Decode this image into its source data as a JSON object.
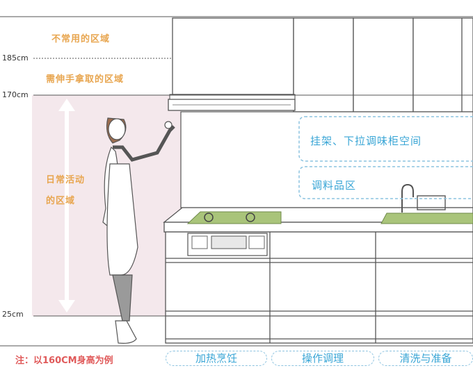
{
  "levels": {
    "h185": "185cm",
    "h170": "170cm",
    "h25": "25cm"
  },
  "regions": {
    "rarely_used": "不常用的区域",
    "stretch_reach": "需伸手拿取的区域",
    "daily_line1": "日常活动",
    "daily_line2": "的区域"
  },
  "storage": {
    "rack": "挂架、下拉调味柜空间",
    "seasoning": "调料品区"
  },
  "note": "注：以160CM身高为例",
  "zones": [
    "加热烹饪",
    "操作调理",
    "清洗与准备"
  ],
  "colors": {
    "orange": "#e8a650",
    "blue": "#3aa6d6",
    "red": "#e05a5a",
    "pink": "#f4e8ec",
    "green": "#a9c47a",
    "line": "#555555"
  }
}
